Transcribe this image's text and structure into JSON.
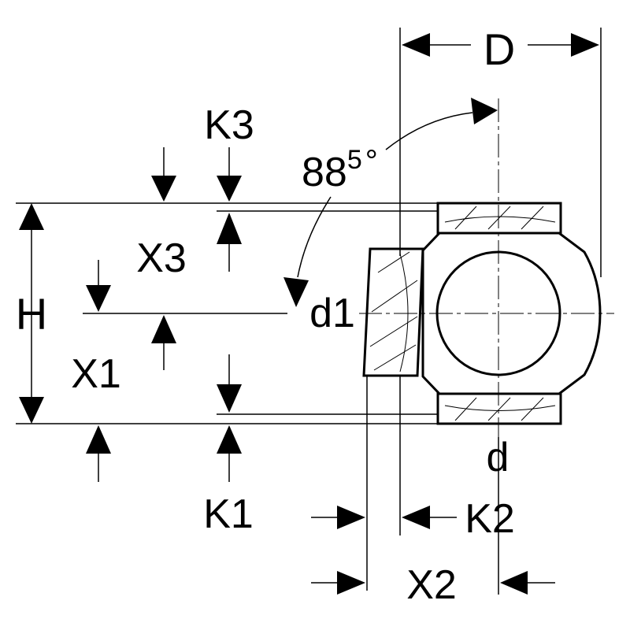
{
  "drawing": {
    "labels": {
      "D": "D",
      "K3": "K3",
      "angle_base": "88",
      "angle_sup": "5",
      "angle_deg": "°",
      "X3": "X3",
      "H": "H",
      "d1": "d1",
      "X1": "X1",
      "d": "d",
      "K1": "K1",
      "K2": "K2",
      "X2": "X2"
    },
    "colors": {
      "line": "#000000",
      "background": "#ffffff"
    }
  }
}
